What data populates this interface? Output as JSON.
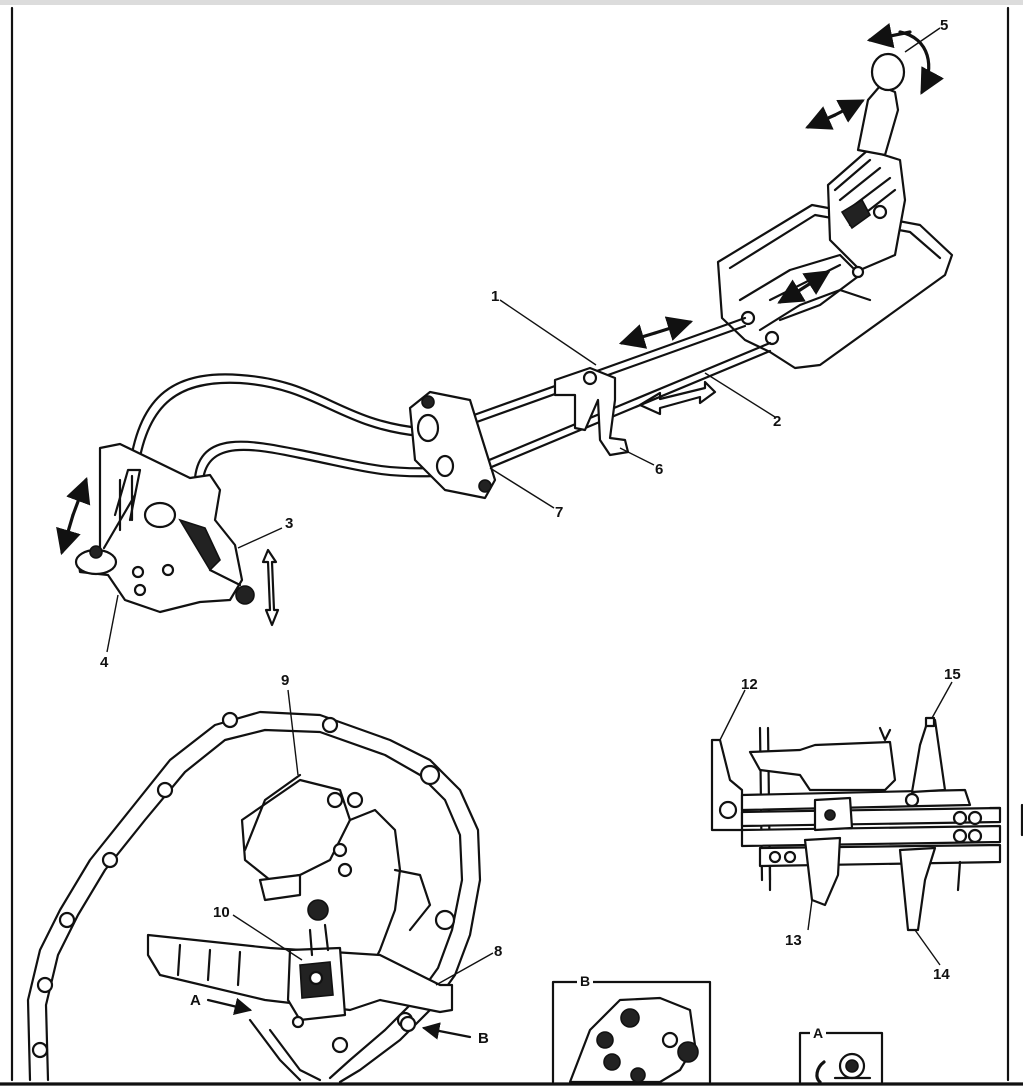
{
  "callouts": [
    {
      "id": "1",
      "text": "1"
    },
    {
      "id": "2",
      "text": "2"
    },
    {
      "id": "3",
      "text": "3"
    },
    {
      "id": "4",
      "text": "4"
    },
    {
      "id": "5",
      "text": "5"
    },
    {
      "id": "6",
      "text": "6"
    },
    {
      "id": "7",
      "text": "7"
    },
    {
      "id": "8",
      "text": "8"
    },
    {
      "id": "9",
      "text": "9"
    },
    {
      "id": "10",
      "text": "10"
    },
    {
      "id": "12",
      "text": "12"
    },
    {
      "id": "13",
      "text": "13"
    },
    {
      "id": "14",
      "text": "14"
    },
    {
      "id": "15",
      "text": "15"
    }
  ],
  "view_markers": {
    "a_arrow": "A",
    "b_arrow": "B"
  },
  "inset_labels": {
    "b": "B",
    "a": "A"
  }
}
